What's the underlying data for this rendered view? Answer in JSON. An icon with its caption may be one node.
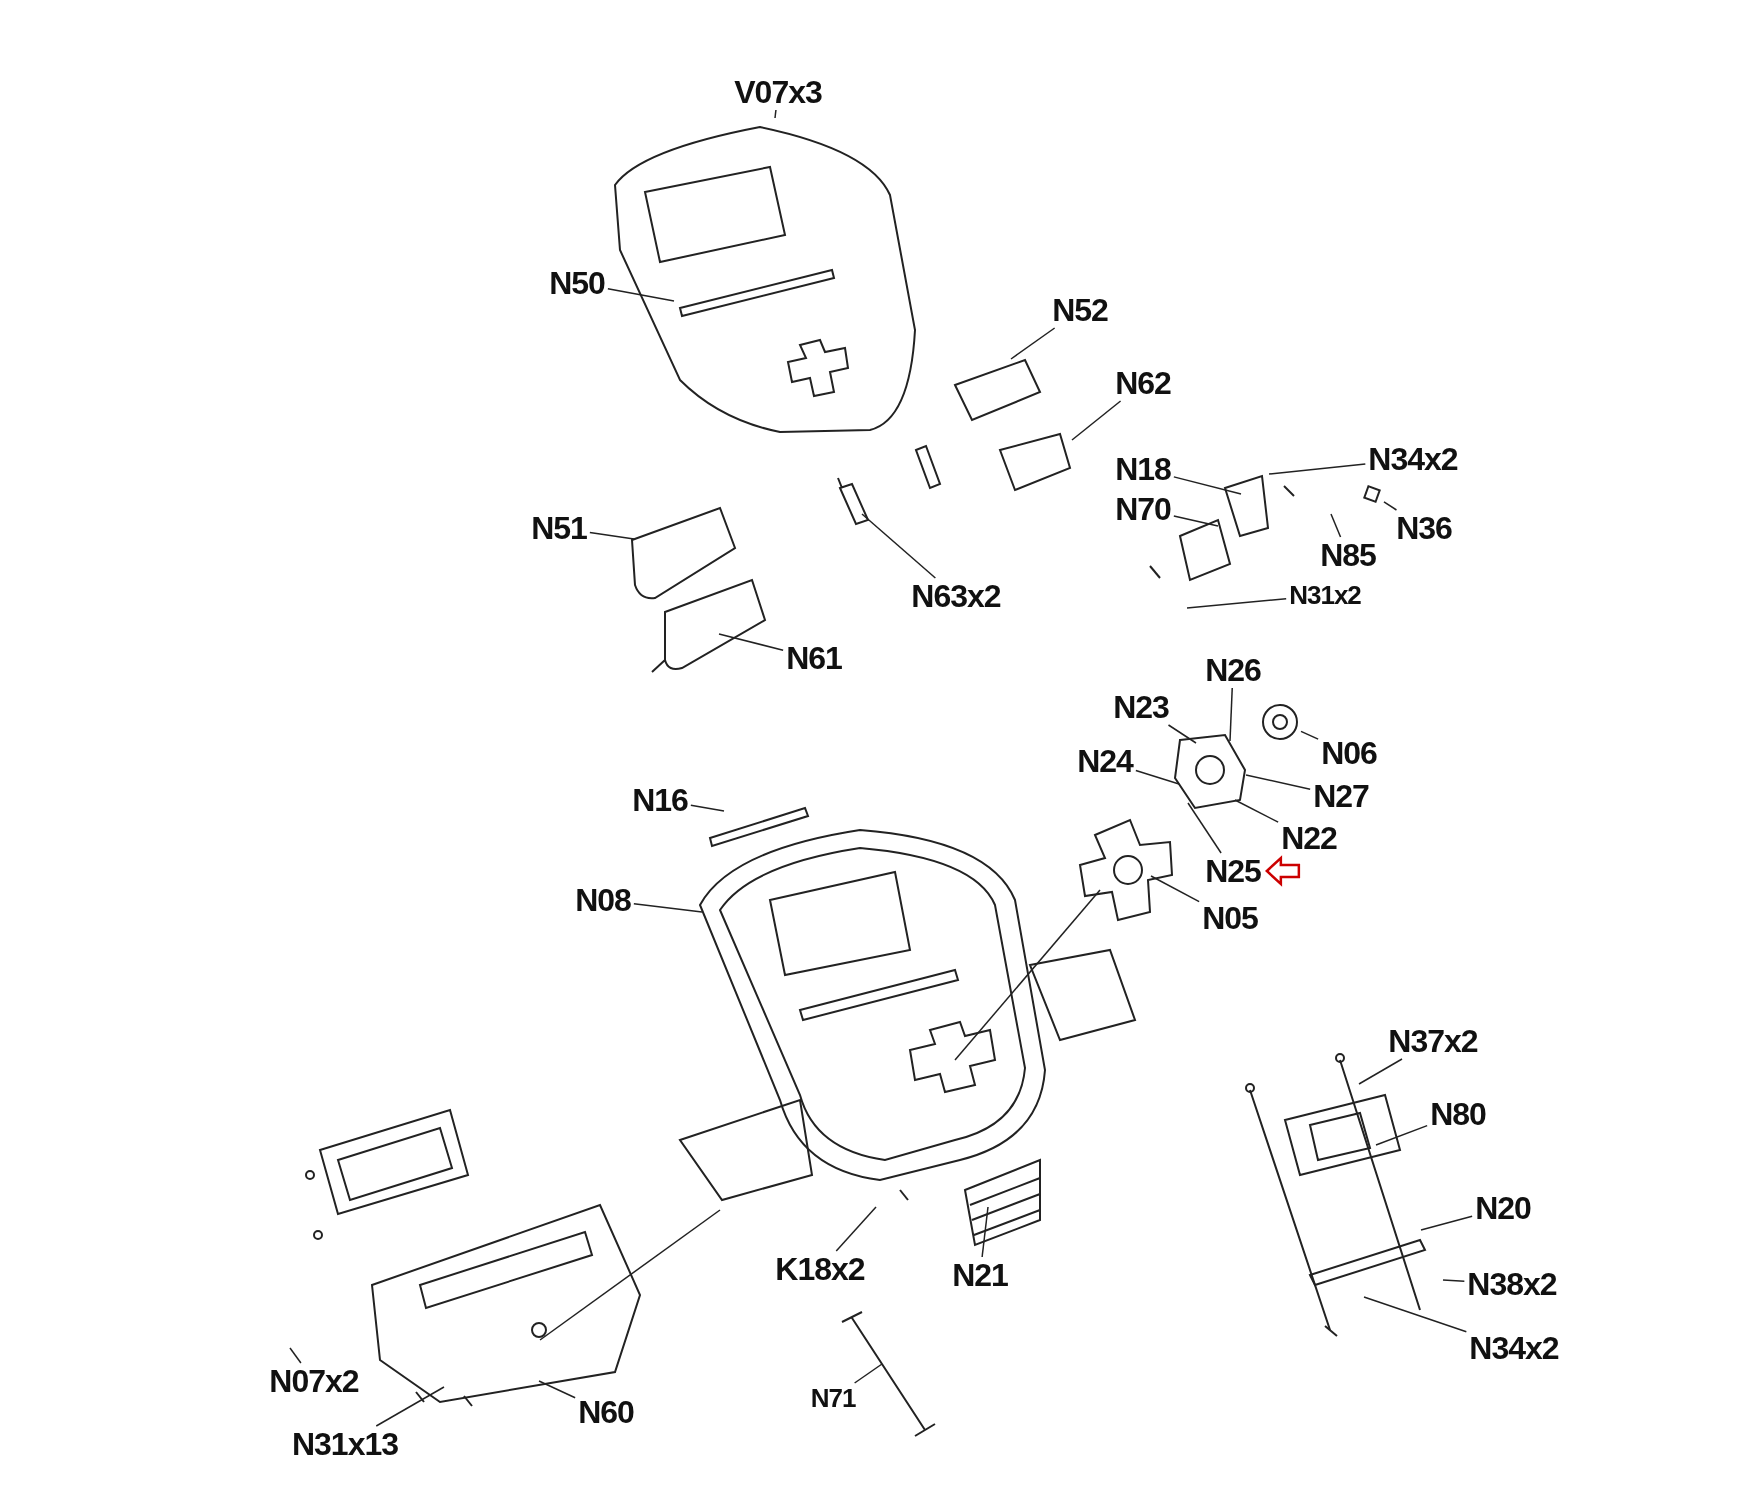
{
  "diagram": {
    "nodes": [
      {
        "text": [
          "V07x3"
        ]
      },
      {
        "text": [
          "N50"
        ]
      },
      {
        "text": [
          "N52"
        ]
      },
      {
        "text": [
          "N62"
        ]
      },
      {
        "text": [
          "N18"
        ]
      },
      {
        "text": [
          "N34x2"
        ]
      },
      {
        "text": [
          "N70"
        ]
      },
      {
        "text": [
          "N36"
        ]
      },
      {
        "text": [
          "N51"
        ]
      },
      {
        "text": [
          "N85"
        ]
      },
      {
        "text": [
          "N63x2"
        ]
      },
      {
        "text": [
          "N31x2"
        ]
      },
      {
        "text": [
          "N61"
        ]
      },
      {
        "text": [
          "N26"
        ]
      },
      {
        "text": [
          "N23"
        ]
      },
      {
        "text": [
          "N06"
        ]
      },
      {
        "text": [
          "N24"
        ]
      },
      {
        "text": [
          "N27"
        ]
      },
      {
        "text": [
          "N16"
        ]
      },
      {
        "text": [
          "N22"
        ]
      },
      {
        "text": [
          "N25"
        ]
      },
      {
        "text": [
          "N08"
        ]
      },
      {
        "text": [
          "N05"
        ]
      },
      {
        "text": [
          "N37x2"
        ]
      },
      {
        "text": [
          "N80"
        ]
      },
      {
        "text": [
          "N20"
        ]
      },
      {
        "text": [
          "K18x2"
        ]
      },
      {
        "text": [
          "N21"
        ]
      },
      {
        "text": [
          "N38x2"
        ]
      },
      {
        "text": [
          "N07x2"
        ]
      },
      {
        "text": [
          "N34x2"
        ]
      },
      {
        "text": [
          "N60"
        ]
      },
      {
        "text": [
          "N71"
        ]
      },
      {
        "text": [
          "N31x13"
        ]
      },
      {
        "text": [],
        "shape": "circle"
      },
      {
        "text": [],
        "shape": "box"
      }
    ],
    "edges": [
      {
        "from": 0,
        "to": null,
        "arrow": "none"
      },
      {
        "from": 1,
        "to": null,
        "arrow": "none"
      },
      {
        "from": 2,
        "to": null,
        "arrow": "none"
      },
      {
        "from": 3,
        "to": null,
        "arrow": "none"
      },
      {
        "from": 4,
        "to": null,
        "arrow": "none"
      },
      {
        "from": 5,
        "to": null,
        "arrow": "none"
      },
      {
        "from": 6,
        "to": null,
        "arrow": "none"
      },
      {
        "from": 7,
        "to": 35,
        "arrow": "none"
      },
      {
        "from": 8,
        "to": null,
        "arrow": "none"
      },
      {
        "from": 9,
        "to": null,
        "arrow": "none"
      },
      {
        "from": 10,
        "to": null,
        "arrow": "none"
      },
      {
        "from": 11,
        "to": null,
        "arrow": "none"
      },
      {
        "from": 12,
        "to": null,
        "arrow": "none"
      },
      {
        "from": 13,
        "to": null,
        "arrow": "none"
      },
      {
        "from": 14,
        "to": null,
        "arrow": "none"
      },
      {
        "from": 15,
        "to": 34,
        "arrow": "none"
      },
      {
        "from": 16,
        "to": null,
        "arrow": "none"
      },
      {
        "from": 17,
        "to": null,
        "arrow": "none"
      },
      {
        "from": 18,
        "to": null,
        "arrow": "none"
      },
      {
        "from": 19,
        "to": null,
        "arrow": "none"
      },
      {
        "from": 20,
        "to": null,
        "arrow": "none"
      },
      {
        "from": 21,
        "to": null,
        "arrow": "none"
      },
      {
        "from": 22,
        "to": null,
        "arrow": "none"
      },
      {
        "from": 23,
        "to": null,
        "arrow": "none"
      },
      {
        "from": 24,
        "to": null,
        "arrow": "none"
      },
      {
        "from": 25,
        "to": null,
        "arrow": "none"
      },
      {
        "from": 26,
        "to": null,
        "arrow": "none"
      },
      {
        "from": 27,
        "to": null,
        "arrow": "none"
      },
      {
        "from": 28,
        "to": null,
        "arrow": "none"
      },
      {
        "from": 29,
        "to": null,
        "arrow": "none"
      },
      {
        "from": 30,
        "to": null,
        "arrow": "none"
      },
      {
        "from": 31,
        "to": null,
        "arrow": "none"
      },
      {
        "from": 32,
        "to": null,
        "arrow": "none"
      },
      {
        "from": 33,
        "to": null,
        "arrow": "none"
      },
      {
        "from": null,
        "to": 20,
        "arrow": "to",
        "color": "#cc0000"
      }
    ]
  }
}
